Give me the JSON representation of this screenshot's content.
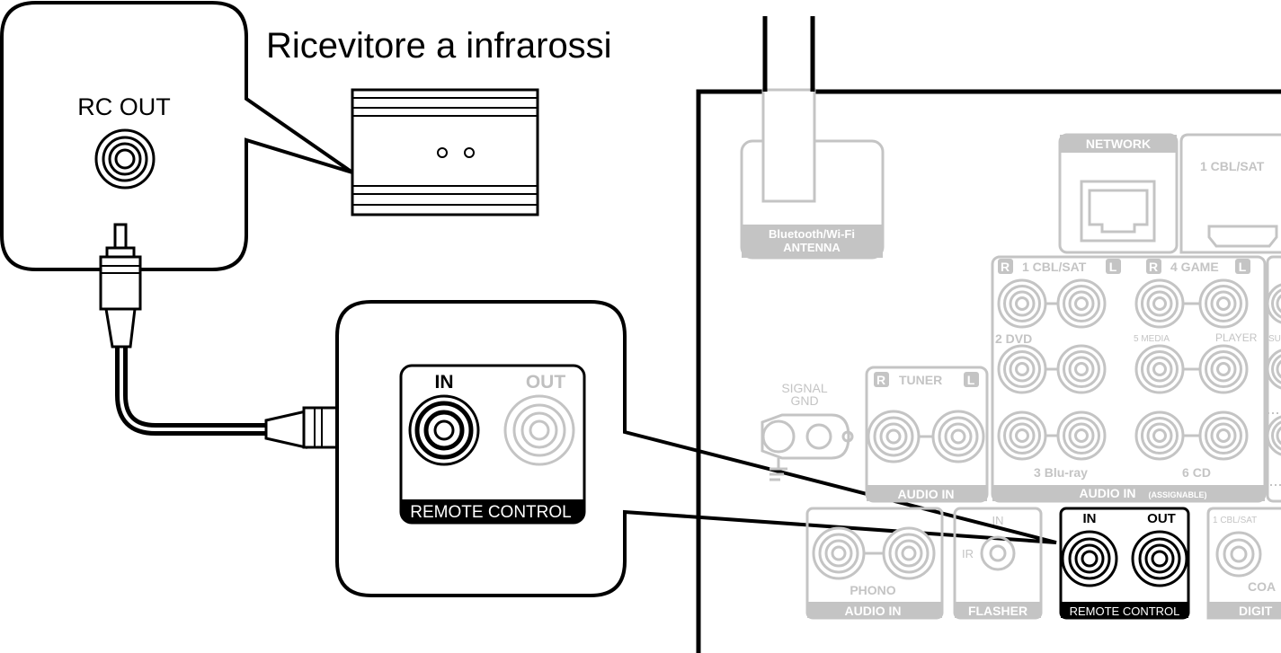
{
  "title": "Ricevitore a infrarossi",
  "rc_out_label": "RC OUT",
  "zoom_panel": {
    "in_label": "IN",
    "out_label": "OUT",
    "footer": "REMOTE CONTROL"
  },
  "rear_panel": {
    "antenna": [
      "Bluetooth/Wi-Fi",
      "ANTENNA"
    ],
    "network": "NETWORK",
    "hdmi_partial": "1 CBL/SAT",
    "audio_group_1": "1 CBL/SAT",
    "audio_group_2": "4 GAME",
    "row2_left": "2 DVD",
    "row2_mid": "5 MEDIA",
    "row2_right": "PLAYER",
    "row2_edge": "SU",
    "row4_left": "3 Blu-ray",
    "row4_right": "6 CD",
    "signal_gnd": [
      "SIGNAL",
      "GND"
    ],
    "tuner": "TUNER",
    "audio_in": "AUDIO IN",
    "audio_in_assignable": "AUDIO IN",
    "assignable_note": "(ASSIGNABLE)",
    "phono": "PHONO",
    "phono_footer": "AUDIO IN",
    "flasher_in": "IN",
    "flasher_ir": "IR",
    "flasher": "FLASHER",
    "rc_in": "IN",
    "rc_out": "OUT",
    "rc_footer": "REMOTE CONTROL",
    "coax_top": "1 CBL/SAT",
    "coax": "COA",
    "digital": "DIGIT",
    "badge_r": "R",
    "badge_l": "L"
  },
  "colors": {
    "line": "#000000",
    "faded": "#bdbdbd",
    "faded_fill": "#c4c4c4",
    "background": "#ffffff"
  }
}
